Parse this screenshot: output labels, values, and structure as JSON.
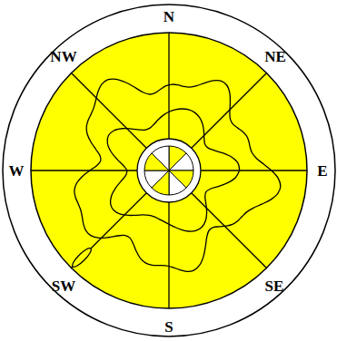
{
  "diagram": {
    "labels": [
      "N",
      "NE",
      "E",
      "SE",
      "S",
      "SW",
      "W",
      "NW"
    ]
  }
}
